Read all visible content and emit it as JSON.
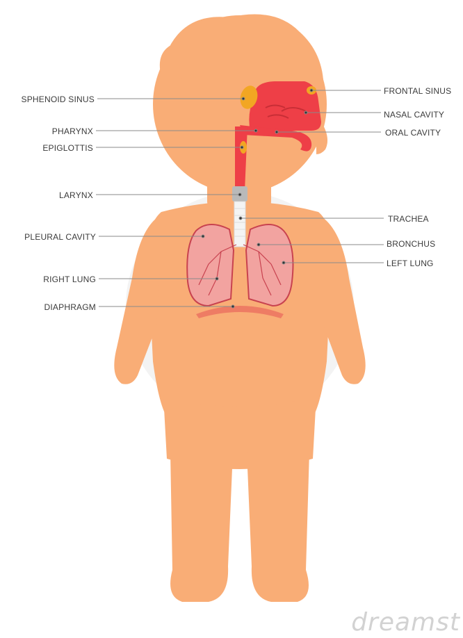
{
  "colors": {
    "skin": "#F9AD76",
    "hair": "#F9AD76",
    "airway": "#EE3F47",
    "lung_fill": "#F2A3A0",
    "lung_stroke": "#C8424F",
    "sinus": "#F2A623",
    "larynx": "#B9B9B9",
    "trachea": "#F4F4F4",
    "leader": "#8A8A8A",
    "watermark": "#D2D2D2"
  },
  "labels": {
    "sphenoid_sinus": "SPHENOID SINUS",
    "pharynx": "PHARYNX",
    "epiglottis": "EPIGLOTTIS",
    "larynx": "LARYNX",
    "pleural_cavity": "PLEURAL CAVITY",
    "right_lung": "RIGHT LUNG",
    "diaphragm": "DIAPHRAGM",
    "frontal_sinus": "FRONTAL SINUS",
    "nasal_cavity": "NASAL CAVITY",
    "oral_cavity": "ORAL CAVITY",
    "trachea": "TRACHEA",
    "bronchus": "BRONCHUS",
    "left_lung": "LEFT LUNG"
  },
  "watermark": "dreamst"
}
